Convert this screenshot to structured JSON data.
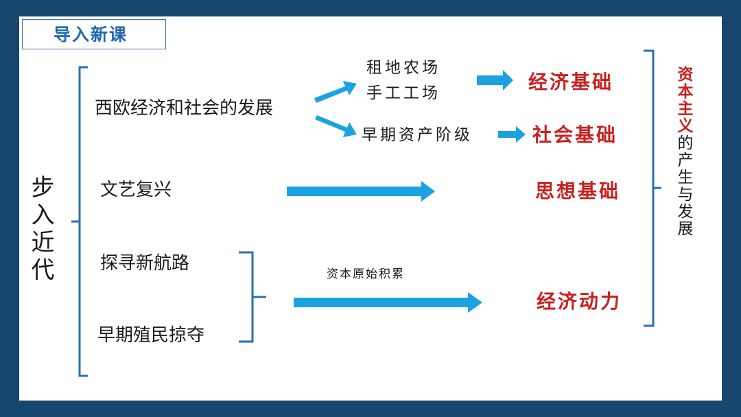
{
  "title": "导入新课",
  "side_label": "步入近代",
  "items": {
    "western_europe": "西欧经济和社会的发展",
    "renaissance": "文艺复兴",
    "new_routes": "探寻新航路",
    "colonial_plunder": "早期殖民掠夺"
  },
  "middle": {
    "farms_line1": "租地农场",
    "farms_line2": "手工工场",
    "bourgeoisie": "早期资产阶级",
    "accumulation": "资本原始积累"
  },
  "bases": {
    "economic": "经济基础",
    "social": "社会基础",
    "ideological": "思想基础",
    "driving_force": "经济动力"
  },
  "conclusion": "资本主义的产生与发展",
  "colors": {
    "frame": "#16456e",
    "arrow": "#1aa3e0",
    "bracket": "#2a6fb0",
    "red_text": "#c8201f",
    "title_text": "#2068b0"
  }
}
